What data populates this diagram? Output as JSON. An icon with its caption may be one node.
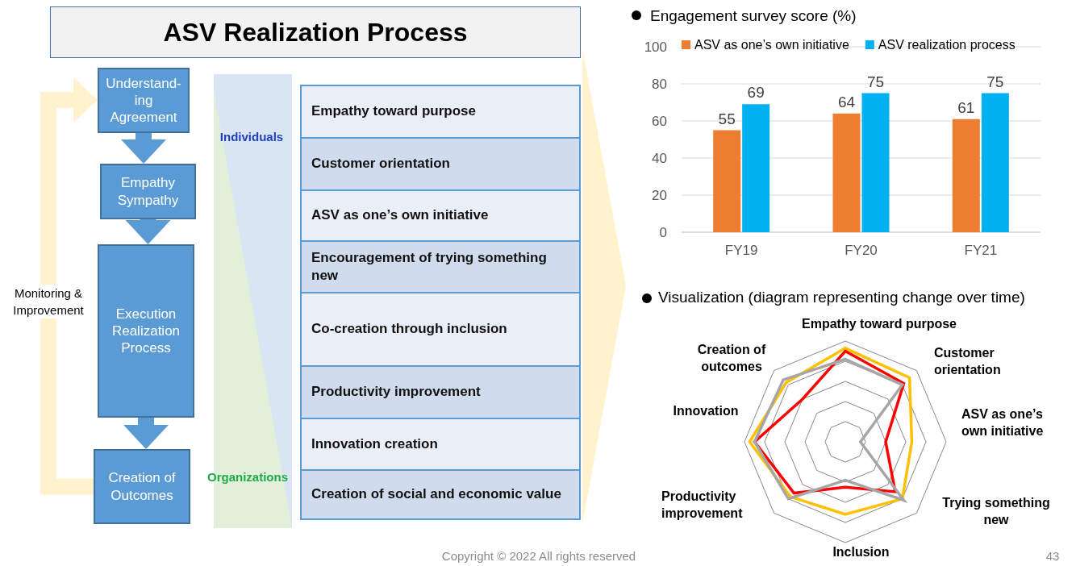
{
  "diagram": {
    "title": "ASV Realization Process",
    "nodes": [
      {
        "text": [
          "Understand-ing Agreement"
        ]
      },
      {
        "text": [
          "Empathy Sympathy"
        ]
      },
      {
        "text": [
          "Execution Realization Process"
        ]
      },
      {
        "text": [
          "Creation of Outcomes"
        ]
      },
      {
        "text": [
          "Empathy toward purpose"
        ]
      },
      {
        "text": [
          "Customer orientation"
        ]
      },
      {
        "text": [
          "ASV as one’s own initiative"
        ]
      },
      {
        "text": [
          "Encouragement of trying something new"
        ]
      },
      {
        "text": [
          "Co-creation through inclusion"
        ]
      },
      {
        "text": [
          "Productivity improvement"
        ]
      },
      {
        "text": [
          "Innovation creation"
        ]
      },
      {
        "text": [
          "Creation of social and economic value"
        ]
      },
      {
        "text": [],
        "shape": "chevron"
      }
    ],
    "edges": [
      {
        "from": 0,
        "to": 1,
        "arrow": "to"
      },
      {
        "from": 1,
        "to": 2,
        "arrow": "to"
      },
      {
        "from": 2,
        "to": 3,
        "arrow": "to"
      },
      {
        "from": 3,
        "to": 0,
        "arrow": "to",
        "label": "Monitoring & Improvement",
        "color": "#fff2cc"
      }
    ],
    "labels": [
      "Individuals",
      "Organizations",
      "Visualization (diagram representing change over time)",
      "Empathy toward purpose",
      "Customer orientation",
      "ASV as one’s own initiative",
      "Trying something new",
      "Inclusion",
      "Productivity improvement",
      "Innovation",
      "Creation of outcomes",
      "Copyright © 2022 All rights reserved",
      "43"
    ],
    "chart_data": {
      "type": "bar",
      "title": "Engagement survey score (%)",
      "categories": [
        "FY19",
        "FY20",
        "FY21"
      ],
      "series": [
        {
          "name": "ASV as one’s own initiative",
          "color": "#ed7d31",
          "values": [
            55,
            64,
            61
          ]
        },
        {
          "name": "ASV realization process",
          "color": "#00b0f0",
          "values": [
            69,
            75,
            75
          ]
        }
      ],
      "ylim": [
        0,
        100
      ],
      "yticks": [
        0,
        20,
        40,
        60,
        80,
        100
      ],
      "data_labels": true,
      "grid": true,
      "legend": "top"
    }
  }
}
